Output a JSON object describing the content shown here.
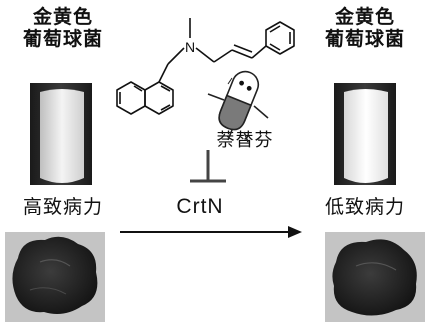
{
  "labels": {
    "left_title": [
      "金黄色",
      "葡萄球菌"
    ],
    "right_title": [
      "金黄色",
      "葡萄球菌"
    ],
    "left_virulence": "高致病力",
    "right_virulence": "低致病力",
    "drug_name": "萘替芬",
    "enzyme": "CrtN"
  },
  "colors": {
    "ink": "#111111",
    "tube_glass": "#2a2a2a",
    "pellet_left": "#e8e8e8",
    "pellet_right": "#f2f2f2",
    "organ": "#2b2b2b",
    "organ_bg": "#bdbdbd"
  }
}
